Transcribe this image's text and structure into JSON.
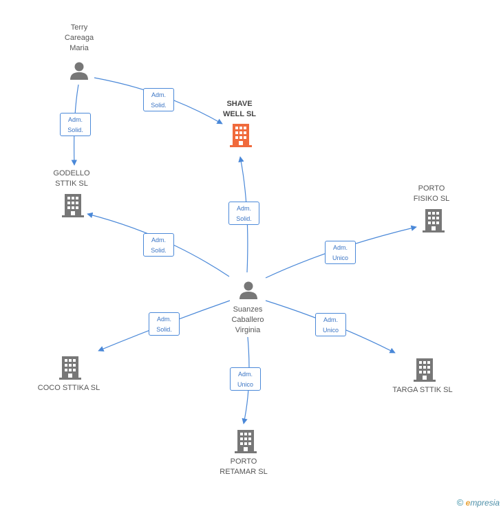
{
  "nodes": {
    "terry": {
      "name_lines": [
        "Terry",
        "Careaga",
        "Maria"
      ]
    },
    "suanzes": {
      "name_lines": [
        "Suanzes",
        "Caballero",
        "Virginia"
      ]
    },
    "shave": {
      "name_lines": [
        "SHAVE",
        "WELL SL"
      ]
    },
    "godello": {
      "name_lines": [
        "GODELLO",
        "STTIK SL"
      ]
    },
    "porto_fisiko": {
      "name_lines": [
        "PORTO",
        "FISIKO SL"
      ]
    },
    "coco": {
      "name_lines": [
        "COCO STTIKA SL"
      ]
    },
    "targa": {
      "name_lines": [
        "TARGA STTIK SL"
      ]
    },
    "porto_retamar": {
      "name_lines": [
        "PORTO",
        "RETAMAR SL"
      ]
    }
  },
  "edges": [
    {
      "id": "terry-shave",
      "label": [
        "Adm.",
        "Solid."
      ]
    },
    {
      "id": "terry-godello",
      "label": [
        "Adm.",
        "Solid."
      ]
    },
    {
      "id": "suanzes-shave",
      "label": [
        "Adm.",
        "Solid."
      ]
    },
    {
      "id": "suanzes-godello",
      "label": [
        "Adm.",
        "Solid."
      ]
    },
    {
      "id": "suanzes-fisiko",
      "label": [
        "Adm.",
        "Unico"
      ]
    },
    {
      "id": "suanzes-coco",
      "label": [
        "Adm.",
        "Solid."
      ]
    },
    {
      "id": "suanzes-targa",
      "label": [
        "Adm.",
        "Unico"
      ]
    },
    {
      "id": "suanzes-retamar",
      "label": [
        "Adm.",
        "Unico"
      ]
    }
  ],
  "colors": {
    "edge": "#4a88d8",
    "highlight_company": "#f06a3c",
    "company": "#777777",
    "person": "#777777"
  },
  "footer": {
    "copyright": "©",
    "brand_initial": "e",
    "brand_rest": "mpresia"
  }
}
